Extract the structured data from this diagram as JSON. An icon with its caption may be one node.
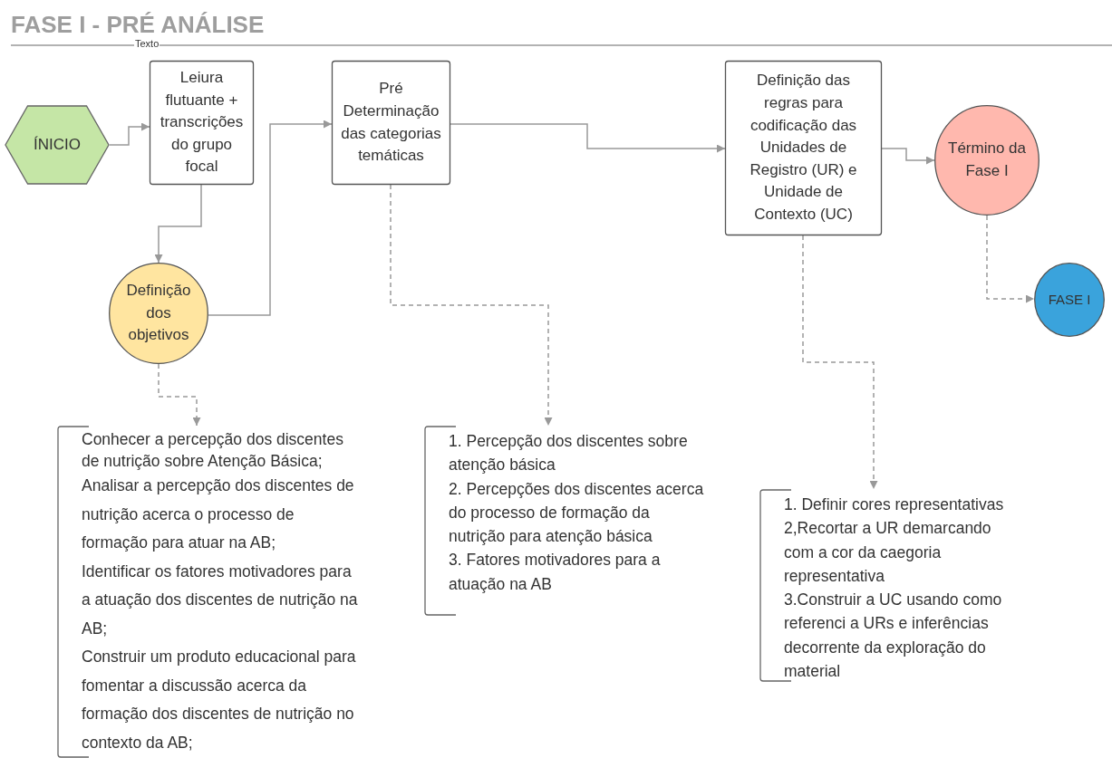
{
  "diagram": {
    "title": "FASE I - PRÉ ANÁLISE",
    "nodes": [
      {
        "text": [
          "ÍNICIO"
        ]
      },
      {
        "text": [
          "Leiura flutuante + transcrições do grupo focal"
        ]
      },
      {
        "text": [
          "Pré Determinação das categorias temáticas"
        ]
      },
      {
        "text": [
          "Definição das regras para codificação das Unidades de Registro (UR) e Unidade de Contexto (UC)"
        ]
      },
      {
        "text": [
          "Término da Fase I"
        ]
      },
      {
        "text": [
          "FASE I"
        ]
      },
      {
        "text": [
          "Definição dos objetivos"
        ]
      },
      {
        "text": [
          "Conhecer a percepção dos discentes de nutrição sobre Atenção Básica;",
          "Analisar a percepção dos discentes de nutrição acerca o processo de formação para atuar na AB;",
          "Identificar os fatores motivadores para a atuação dos discentes de nutrição na AB;",
          "Construir um produto educacional para fomentar a discussão acerca da formação dos discentes de nutrição no contexto da AB;"
        ]
      },
      {
        "text": [
          "1. Percepção dos discentes sobre atenção básica",
          "2. Percepções dos discentes acerca do processo de formação da nutrição para atenção básica",
          "3. Fatores motivadores para a atuação na AB"
        ]
      },
      {
        "text": [
          "1. Definir cores representativas",
          "2,Recortar a UR demarcando com a cor da caegoria representativa",
          "3.Construir a UC usando como referenci a URs e inferências decorrente da exploração do material"
        ]
      }
    ],
    "edges": [
      {
        "from": 0,
        "to": 1,
        "arrow": "to"
      },
      {
        "from": 1,
        "to": 6,
        "arrow": "to"
      },
      {
        "from": 6,
        "to": 2,
        "arrow": "to"
      },
      {
        "from": 2,
        "to": 3,
        "arrow": "to"
      },
      {
        "from": 3,
        "to": 4,
        "arrow": "to"
      },
      {
        "from": 4,
        "to": 5,
        "arrow": "to",
        "style": "dashed"
      },
      {
        "from": 6,
        "to": 7,
        "arrow": "to",
        "style": "dashed"
      },
      {
        "from": 2,
        "to": 8,
        "arrow": "to",
        "style": "dashed"
      },
      {
        "from": 3,
        "to": 9,
        "arrow": "to",
        "style": "dashed"
      }
    ],
    "labels": [
      "Texto"
    ]
  }
}
